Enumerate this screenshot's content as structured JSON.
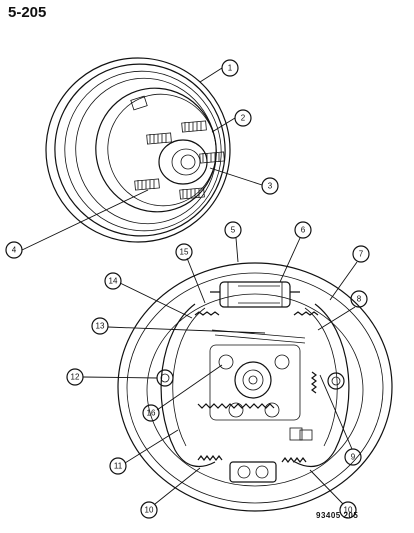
{
  "page_code": "5-205",
  "figure_code": "93405 205",
  "callouts": [
    "1",
    "2",
    "3",
    "4",
    "5",
    "6",
    "7",
    "8",
    "9",
    "10",
    "11",
    "12",
    "13",
    "14",
    "15",
    "16",
    "10"
  ]
}
